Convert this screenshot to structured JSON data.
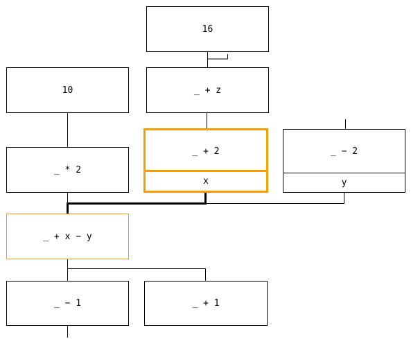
{
  "colors": {
    "highlight": "#f5a000",
    "line": "#000000",
    "background": "#ffffff"
  },
  "nodes": {
    "n16": {
      "label": "16"
    },
    "add_z": {
      "label": "_ + z"
    },
    "n10": {
      "label": "10"
    },
    "mul2": {
      "label": "_ * 2"
    },
    "add2": {
      "label": "_ + 2",
      "output": "x"
    },
    "sub2": {
      "label": "_ − 2",
      "output": "y"
    },
    "add_x_sub_y": {
      "label": "_ + x − y"
    },
    "sub1": {
      "label": "_ − 1"
    },
    "add1": {
      "label": "_ + 1"
    }
  }
}
